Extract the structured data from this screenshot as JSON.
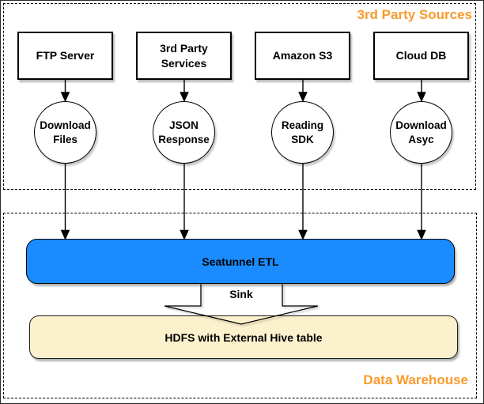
{
  "colors": {
    "accent_orange": "#F89B2C",
    "etl_blue": "#1A8CFF",
    "hdfs_cream": "#FCF1CD"
  },
  "sections": {
    "sources_label": "3rd Party Sources",
    "warehouse_label": "Data Warehouse"
  },
  "columns": [
    {
      "source": "FTP Server",
      "method": "Download Files"
    },
    {
      "source": "3rd Party Services",
      "method": "JSON Response"
    },
    {
      "source": "Amazon S3",
      "method": "Reading SDK"
    },
    {
      "source": "Cloud DB",
      "method": "Download Asyc"
    }
  ],
  "etl": {
    "label": "Seatunnel ETL"
  },
  "sink": {
    "label": "Sink"
  },
  "hdfs": {
    "label": "HDFS with External Hive table"
  },
  "edges": [
    "FTP Server -> Download Files",
    "3rd Party Services -> JSON Response",
    "Amazon S3 -> Reading SDK",
    "Cloud DB -> Download Asyc",
    "Download Files -> Seatunnel ETL",
    "JSON Response -> Seatunnel ETL",
    "Reading SDK -> Seatunnel ETL",
    "Download Asyc -> Seatunnel ETL",
    "Seatunnel ETL -> Sink -> HDFS with External Hive table"
  ]
}
